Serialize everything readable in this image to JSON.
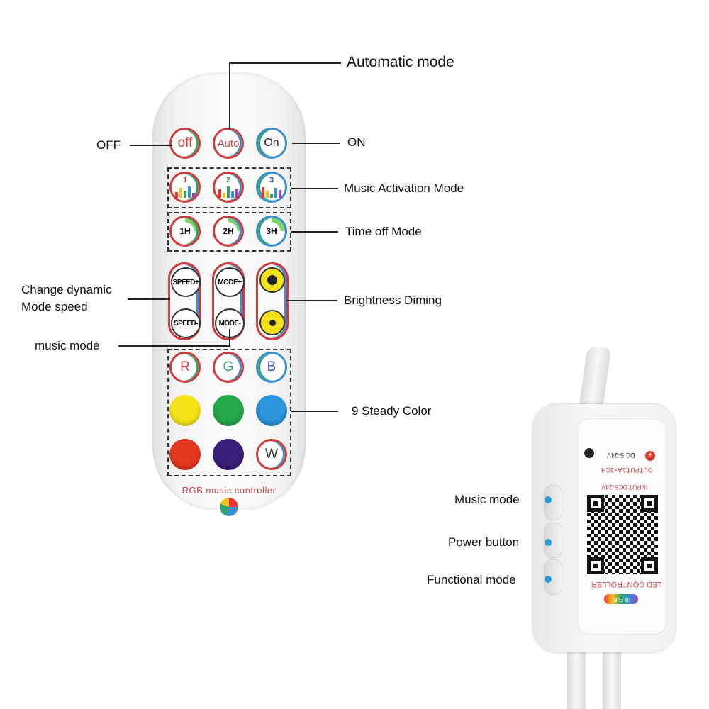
{
  "annotations": {
    "automatic_mode": "Automatic mode",
    "off": "OFF",
    "on": "ON",
    "music_activation": "Music Activation Mode",
    "time_off": "Time off Mode",
    "change_dynamic_line1": "Change dynamic",
    "change_dynamic_line2": "Mode speed",
    "brightness": "Brightness Diming",
    "music_mode_left": "music mode",
    "steady_color": "9 Steady Color",
    "music_mode_right": "Music mode",
    "power_button": "Power button",
    "functional_mode": "Functional mode"
  },
  "remote": {
    "off_label": "off",
    "auto_label": "Auto",
    "on_label": "On",
    "music_1": "1",
    "music_2": "2",
    "music_3": "3",
    "timer_1": "1H",
    "timer_2": "2H",
    "timer_3": "3H",
    "speed_plus": "SPEED+",
    "speed_minus": "SPEED-",
    "mode_plus": "MODE+",
    "mode_minus": "MODE-",
    "r": "R",
    "g": "G",
    "b": "B",
    "w": "W",
    "brand": "RGB music controller"
  },
  "controller": {
    "minus": "−",
    "plus": "+",
    "voltage": "DC 5-24V",
    "input": "INPUT:DC5-24V",
    "output": "OUTPUT:2A×3CH",
    "title": "LED CONTROLLER",
    "rgb": "R G B"
  },
  "colors": {
    "yellow": "#f7e21a",
    "green": "#23a84a",
    "blue": "#2b95db",
    "red": "#e2391f",
    "purple": "#3a1f7a",
    "accent_red": "#d13a3a",
    "accent_blue": "#3a8fd1",
    "indicator": "#2a9ad8"
  }
}
